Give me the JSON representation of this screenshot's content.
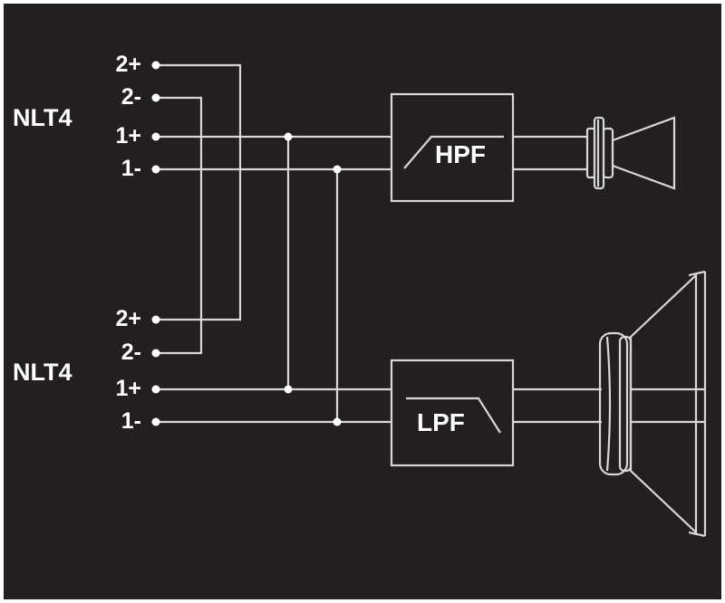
{
  "connectors": [
    {
      "label": "NLT4",
      "pins": [
        "2+",
        "2-",
        "1+",
        "1-"
      ]
    },
    {
      "label": "NLT4",
      "pins": [
        "2+",
        "2-",
        "1+",
        "1-"
      ]
    }
  ],
  "filters": {
    "high": {
      "label": "HPF"
    },
    "low": {
      "label": "LPF"
    }
  },
  "drivers": {
    "high": {
      "icon": "horn-tweeter-icon"
    },
    "low": {
      "icon": "cone-woofer-icon"
    }
  },
  "colors": {
    "background": "#231f20",
    "lines": "#d7d7d7",
    "text": "#ffffff"
  }
}
